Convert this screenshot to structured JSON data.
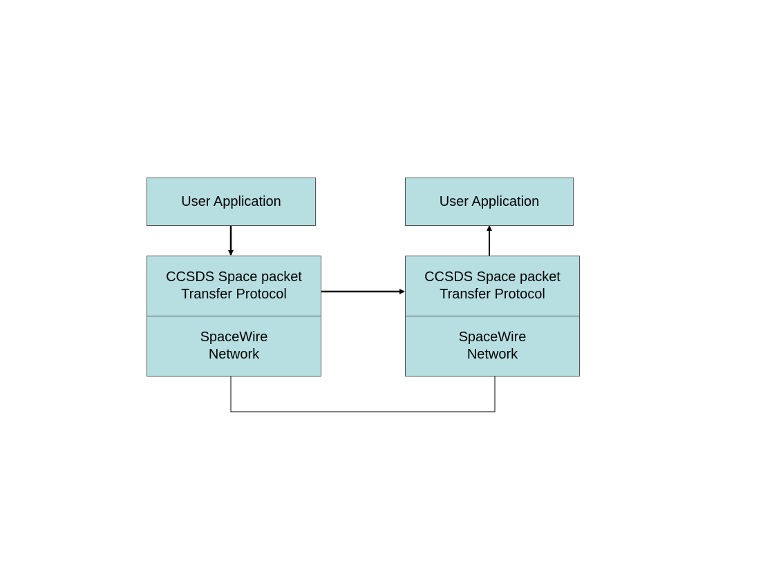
{
  "diagram": {
    "left": {
      "app_label": "User Application",
      "protocol_line1": "CCSDS Space packet",
      "protocol_line2": "Transfer Protocol",
      "network_line1": "SpaceWire",
      "network_line2": "Network"
    },
    "right": {
      "app_label": "User Application",
      "protocol_line1": "CCSDS Space packet",
      "protocol_line2": "Transfer Protocol",
      "network_line1": "SpaceWire",
      "network_line2": "Network"
    },
    "colors": {
      "box_fill": "#b7dfe2",
      "box_border": "#555555",
      "connector": "#000000"
    }
  }
}
